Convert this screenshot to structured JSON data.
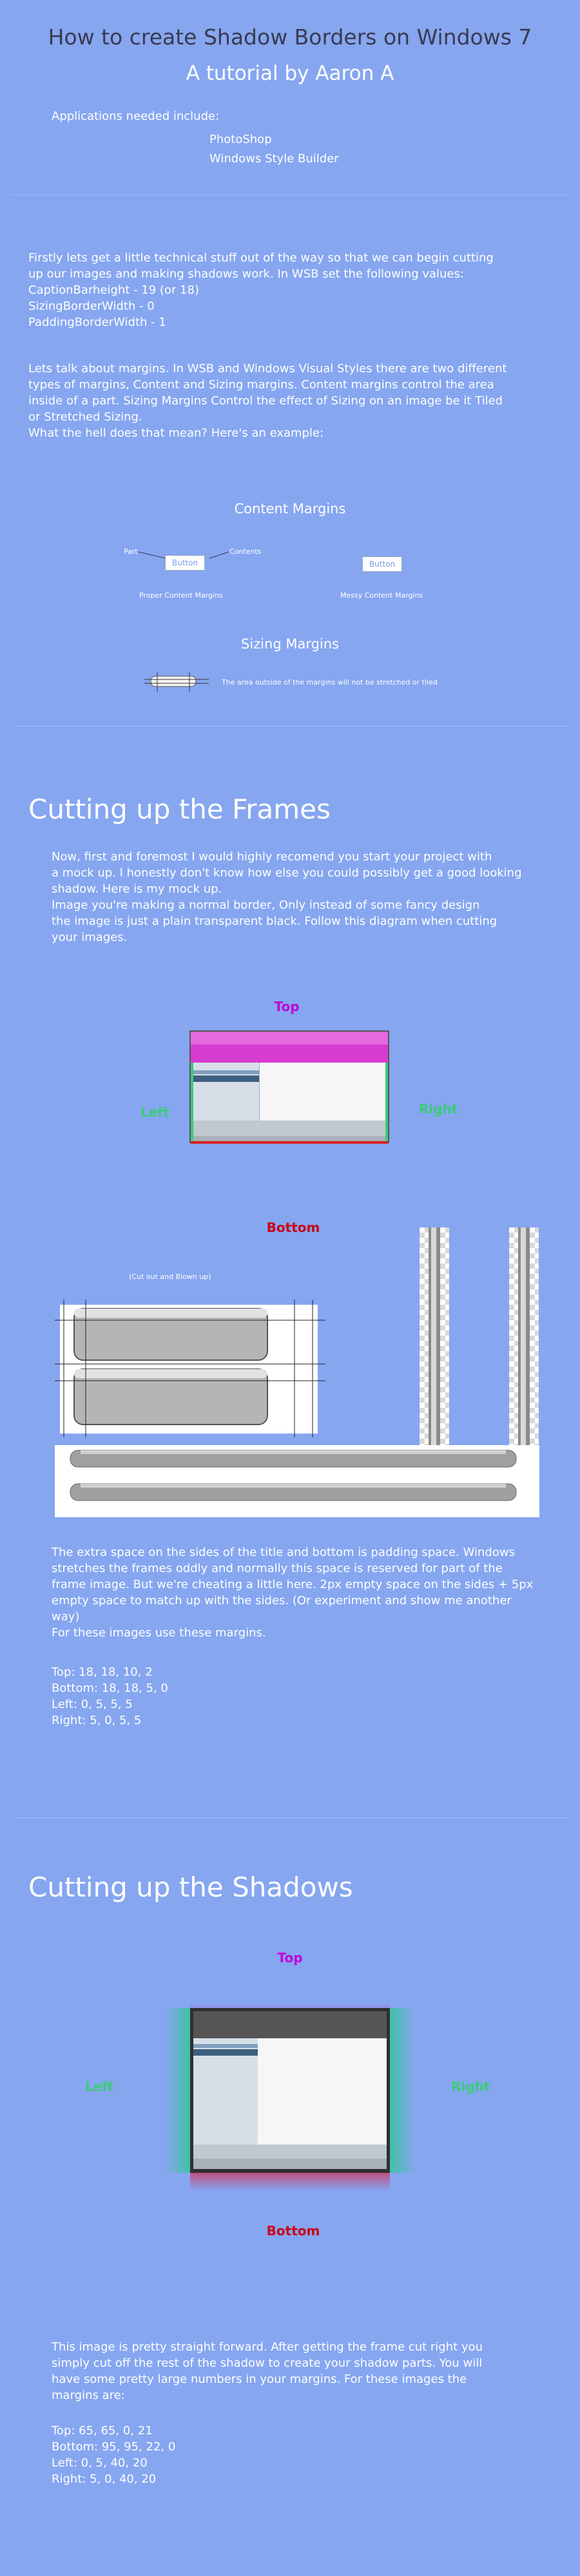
{
  "header": {
    "title": "How to create Shadow Borders on Windows 7",
    "subtitle": "A tutorial by Aaron A",
    "apps_label": "Applications needed include:",
    "apps": [
      "PhotoShop",
      "Windows Style Builder"
    ]
  },
  "intro": {
    "para1": "Firstly lets get a little technical stuff out of the way so that we can begin cutting\nup our images and making shadows work. In WSB set the following values:\nCaptionBarheight - 19 (or 18)\nSizingBorderWidth - 0\nPaddingBorderWidth - 1",
    "para2": "Lets talk about margins. In WSB and Windows Visual Styles there are two different\ntypes of margins, Content and Sizing margins. Content margins control the area\ninside of a part. Sizing Margins Control the effect of Sizing on an image be it Tiled\nor Stretched Sizing.\nWhat the hell does that mean? Here's an example:"
  },
  "content_margins": {
    "heading": "Content Margins",
    "part_label": "Part",
    "contents_label": "Contents",
    "button_label": "Button",
    "proper_caption": "Proper Content Margins",
    "messy_caption": "Messy Content Margins"
  },
  "sizing_margins": {
    "heading": "Sizing Margins",
    "note": "The area outside of the margins will not be stretched or tiled"
  },
  "frames": {
    "heading": "Cutting up the Frames",
    "para1": "Now, first and foremost I would highly recomend you start your project with\na mock up. I honestly don't know how else you could possibly get a good looking\nshadow. Here is my mock up.\nImage you're making a normal border, Only instead of some fancy design\nthe image is just a plain transparent black. Follow this diagram when cutting\nyour images.",
    "label_top": "Top",
    "label_left": "Left",
    "label_right": "Right",
    "label_bottom": "Bottom",
    "cut_note": "(Cut out and Blown up)",
    "para2": "The extra space on the sides of the title and bottom is padding space. Windows\nstretches the frames oddly and normally this space is reserved for part of the\nframe image. But we're cheating a little here. 2px empty space on the sides + 5px\nempty space to match up with the sides.  (Or experiment and show me another\nway)\nFor these images use these margins.",
    "margins": "Top: 18, 18, 10, 2\nBottom: 18, 18, 5, 0\nLeft: 0, 5, 5, 5\nRight: 5, 0, 5, 5"
  },
  "shadows": {
    "heading": "Cutting up the Shadows",
    "label_top": "Top",
    "label_left": "Left",
    "label_right": "Right",
    "label_bottom": "Bottom",
    "para": "This image is pretty straight forward. After getting the frame cut right you\nsimply cut off the rest of the shadow to create your shadow parts. You will\nhave some pretty large numbers in your margins. For these images the\nmargins are:",
    "margins": "Top: 65, 65, 0, 21\nBottom: 95, 95, 22, 0\nLeft: 0, 5, 40, 20\nRight: 5, 0, 40, 20"
  }
}
